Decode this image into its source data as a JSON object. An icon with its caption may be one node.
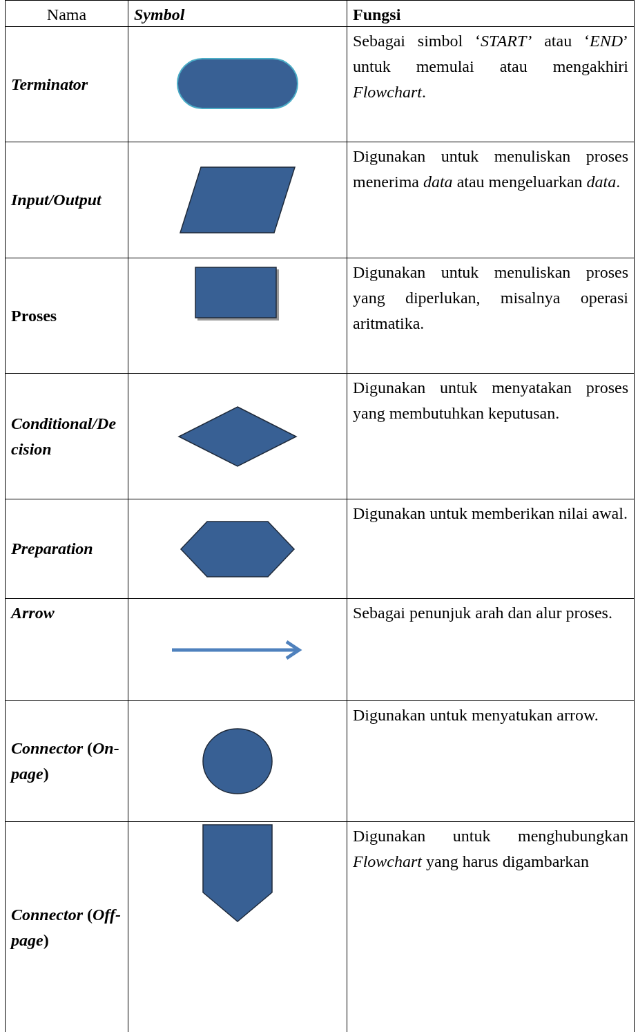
{
  "diagram": {
    "nodes": [
      {
        "text": [],
        "shape": "terminator"
      },
      {
        "text": [],
        "shape": "parallelogram"
      },
      {
        "text": [],
        "shape": "box"
      },
      {
        "text": [],
        "shape": "diamond"
      },
      {
        "text": [],
        "shape": "hexagon"
      },
      {
        "text": [],
        "shape": "circle"
      },
      {
        "text": [],
        "shape": "pentagon"
      }
    ],
    "labels": [
      "Nama",
      "Symbol",
      "Fungsi",
      "Terminator",
      "Sebagai simbol ‘*START’* atau ‘*END*’ untuk memulai atau mengakhiri *Flowchart*.",
      "Input/Output",
      "Digunakan untuk menuliskan proses menerima *data* atau mengeluarkan *data*.",
      "Proses",
      "Digunakan untuk menuliskan proses yang diperlukan, misalnya operasi aritmatika.",
      "Conditional/Decision",
      "Digunakan untuk menyatakan proses yang membutuhkan keputusan.",
      "Preparation",
      "Digunakan untuk memberikan nilai awal.",
      "Arrow",
      "Sebagai penunjuk arah dan alur proses.",
      "*Connector* (*On-page*)",
      "Digunakan untuk menyatukan arrow.",
      "*Connector* (*Off-page*)",
      "Digunakan untuk menghubungkan *Flowchart* yang harus digambarkan"
    ]
  }
}
